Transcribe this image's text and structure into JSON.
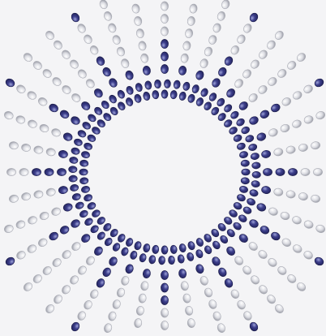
{
  "artwork": {
    "subject": "beaded-sunburst-ring",
    "colors": {
      "background": "#f4f4f6",
      "navy_bead": "#3d3f8c",
      "navy_bead_dark": "#23245e",
      "navy_bead_highlight": "#9ea3d8",
      "silver_bead": "#dcdde3",
      "silver_bead_dark": "#9a9ca6",
      "silver_bead_highlight": "#ffffff"
    },
    "counts": {
      "rays": 36,
      "inner_ring_rows": 2,
      "ray_beads": 7
    }
  }
}
